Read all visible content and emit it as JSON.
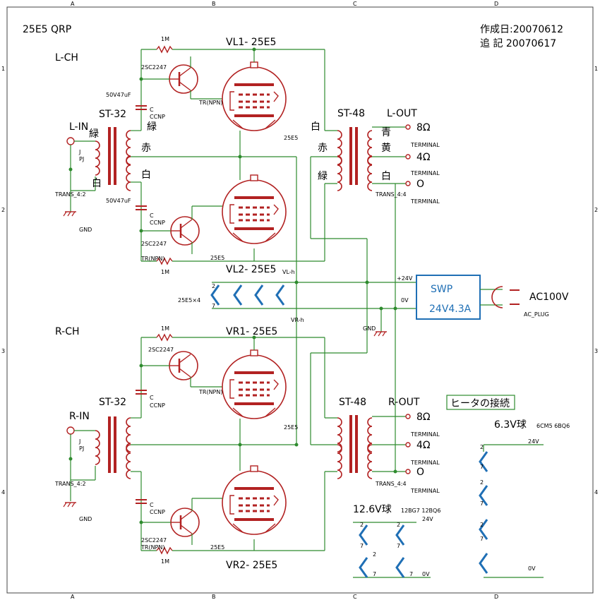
{
  "title": {
    "name": "25E5 QRP",
    "created": "作成日:20070612",
    "revised": "追 記  20070617"
  },
  "frame": {
    "cols": [
      "A",
      "B",
      "C",
      "D"
    ],
    "rows": [
      "1",
      "2",
      "3",
      "4"
    ]
  },
  "left": {
    "channel": "L-CH",
    "input": "L-IN",
    "output": "L-OUT",
    "input_trans": "ST-32",
    "output_trans": "ST-48",
    "tube1": "VL1- 25E5",
    "tube2": "VL2- 25E5",
    "tube_part": "25E5",
    "res_1m": "1M",
    "tr": "2SC2247",
    "tr_type": "TR(NPN)",
    "cap": "50V47uF",
    "cap_c": "C",
    "cap_ccnp": "CCNP",
    "jack_j": "J",
    "jack_pj": "PJ",
    "trans_in": "TRANS_4:2",
    "trans_out": "TRANS_4:4",
    "gnd": "GND",
    "color_green": "緑",
    "color_red": "赤",
    "color_white": "白",
    "color_blue": "青",
    "color_yellow": "黄"
  },
  "right": {
    "channel": "R-CH",
    "input": "R-IN",
    "output": "R-OUT",
    "input_trans": "ST-32",
    "output_trans": "ST-48",
    "tube1": "VR1- 25E5",
    "tube2": "VR2- 25E5"
  },
  "terminals": {
    "t8": "8Ω",
    "t4": "4Ω",
    "t0": "O",
    "label": "TERMINAL"
  },
  "power": {
    "supply_name": "SWP",
    "supply_rating": "24V4.3A",
    "plus": "+24V",
    "zero": "0V",
    "ac": "AC100V",
    "ac_plug": "AC_PLUG",
    "heaters": "25E5×4",
    "vlh": "VL-h",
    "vrh": "VR-h"
  },
  "heater_info": {
    "title": "ヒータの接続",
    "v63": "6.3V球",
    "v63_parts": "6CM5 6BQ6",
    "v126": "12.6V球",
    "v126_parts": "12BG7 12BQ6",
    "v24": "24V",
    "v0": "0V",
    "pin2": "2",
    "pin7": "7"
  }
}
